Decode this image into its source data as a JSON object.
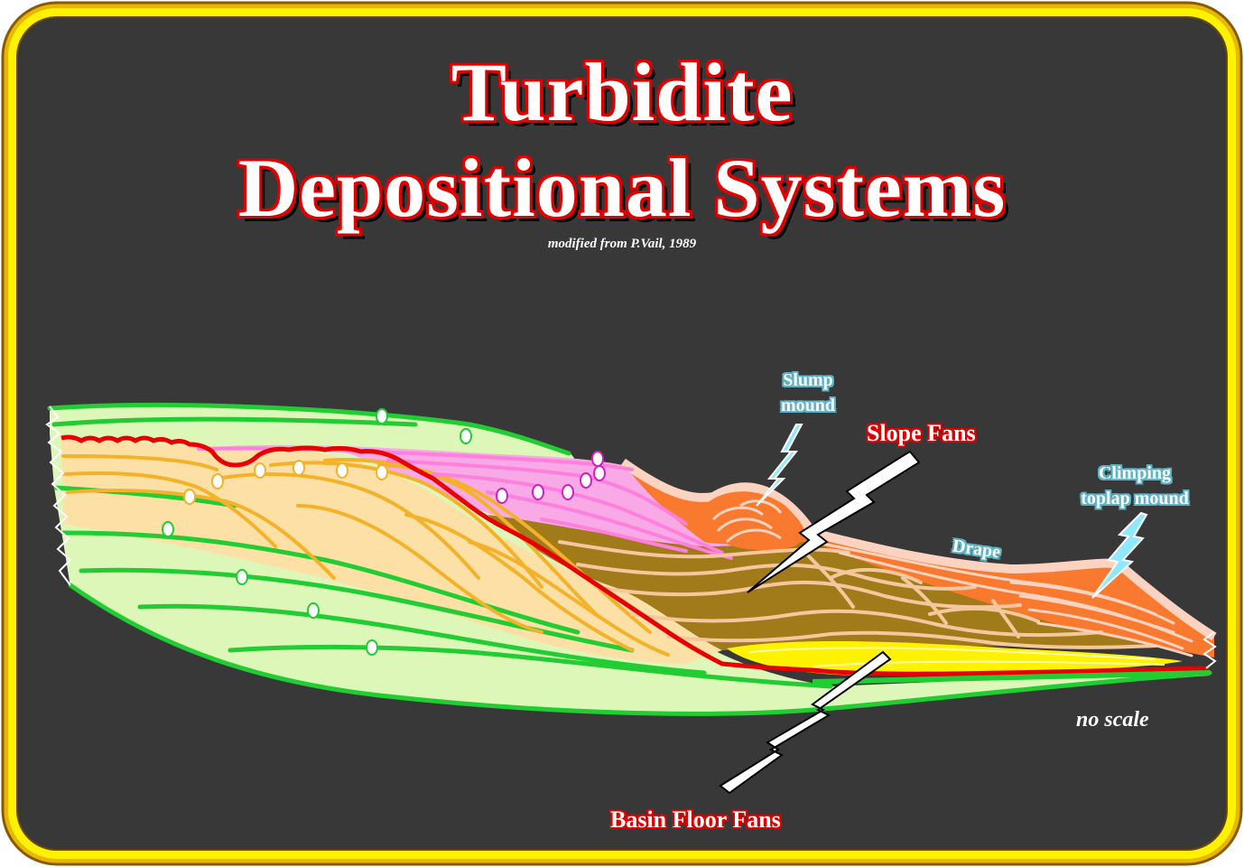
{
  "title": {
    "line1": "Turbidite",
    "line2": "Depositional Systems"
  },
  "subtitle": "modified from P.Vail, 1989",
  "labels": {
    "slump_mound_1": "Slump",
    "slump_mound_2": "mound",
    "slope_fans": "Slope Fans",
    "climbing_1": "Climping",
    "climbing_2": "toplap mound",
    "drape": "Drape",
    "basin_floor_fans": "Basin Floor Fans",
    "no_scale": "no scale"
  },
  "colors": {
    "background": "#383838",
    "frame_gold": "#e8c000",
    "frame_yellow": "#fff200",
    "shelf_green": "#ddf7b8",
    "shelf_line": "#22cc33",
    "prograding_tan": "#fde0a6",
    "prograding_line": "#f3b229",
    "pink": "#f9a9e6",
    "pink_line": "#ff7fdd",
    "brown": "#a17a1a",
    "brown_line": "#f4c89c",
    "orange": "#f97a2e",
    "drape_pink": "#fcd2c0",
    "yellow_fan": "#fff200",
    "red_boundary": "#e80000",
    "slope_label_red": "#e00000",
    "cyan_label": "#5fb4c8"
  }
}
